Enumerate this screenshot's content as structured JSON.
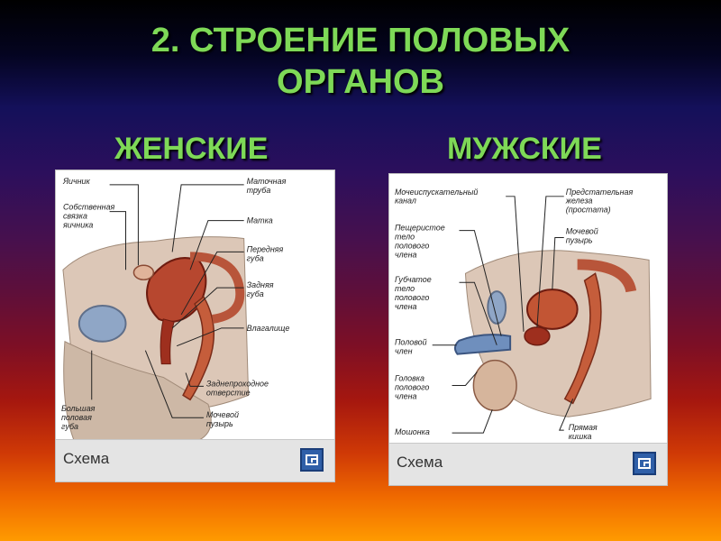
{
  "title_line1": "2. СТРОЕНИЕ ПОЛОВЫХ",
  "title_line2": "ОРГАНОВ",
  "female": {
    "heading": "ЖЕНСКИЕ",
    "schema_label": "Схема",
    "labels": {
      "ovary": "Яичник",
      "ovary_lig_1": "Собственная",
      "ovary_lig_2": "связка",
      "ovary_lig_3": "яичника",
      "tube_1": "Маточная",
      "tube_2": "труба",
      "uterus": "Матка",
      "ant_lip_1": "Передняя",
      "ant_lip_2": "губа",
      "post_lip_1": "Задняя",
      "post_lip_2": "губа",
      "vagina": "Влагалище",
      "anus_1": "Заднепроходное",
      "anus_2": "отверстие",
      "bladder_1": "Мочевой",
      "bladder_2": "пузырь",
      "labia_1": "Большая",
      "labia_2": "половая",
      "labia_3": "губа"
    }
  },
  "male": {
    "heading": "МУЖСКИЕ",
    "schema_label": "Схема",
    "labels": {
      "urethra_1": "Мочеиспускательный",
      "urethra_2": "канал",
      "prostate_1": "Предстательная",
      "prostate_2": "железа",
      "prostate_3": "(простата)",
      "cavernous_1": "Пещеристое",
      "cavernous_2": "тело",
      "cavernous_3": "полового",
      "cavernous_4": "члена",
      "bladder_1": "Мочевой",
      "bladder_2": "пузырь",
      "spongy_1": "Губчатое",
      "spongy_2": "тело",
      "spongy_3": "полового",
      "spongy_4": "члена",
      "penis_1": "Половой",
      "penis_2": "член",
      "glans_1": "Головка",
      "glans_2": "полового",
      "glans_3": "члена",
      "scrotum": "Мошонка",
      "rectum_1": "Прямая",
      "rectum_2": "кишка"
    }
  },
  "colors": {
    "title": "#7ed957",
    "tissue": "#d8c3b3",
    "organ": "#b83a26",
    "organ_dark": "#7a1f14",
    "blue": "#5a7fb3"
  }
}
